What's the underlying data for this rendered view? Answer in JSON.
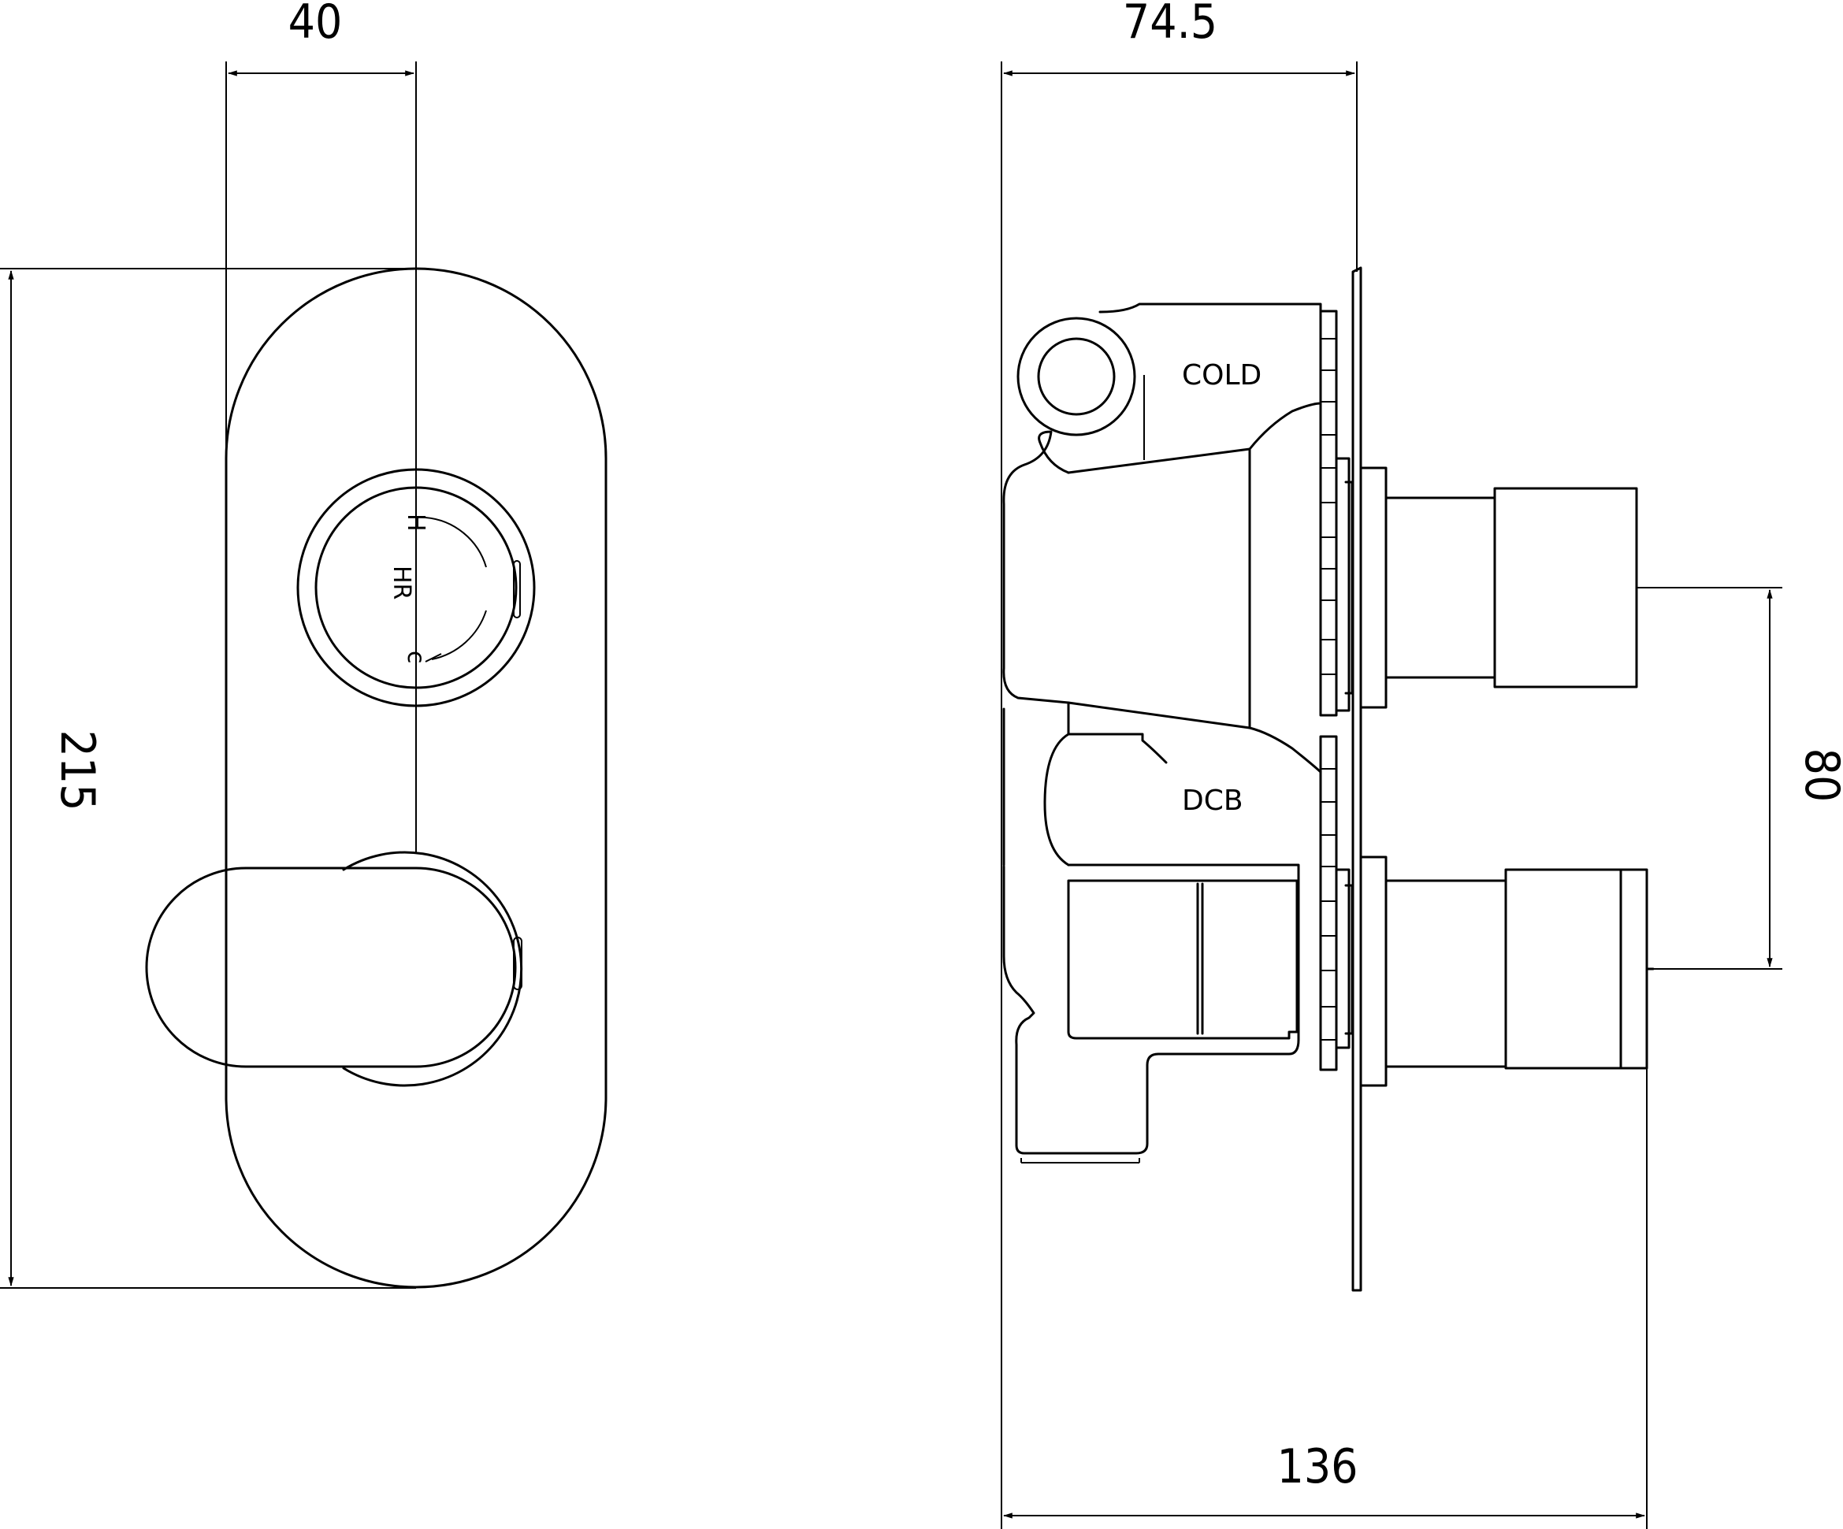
{
  "dimensions": {
    "front_width": "40",
    "front_height": "215",
    "side_depth": "74.5",
    "side_overall": "136",
    "spindle_centres": "80"
  },
  "labels": {
    "cold": "COLD",
    "dcb": "DCB"
  },
  "markings": {
    "h_small": "H",
    "hr": "HR",
    "c": "c"
  }
}
